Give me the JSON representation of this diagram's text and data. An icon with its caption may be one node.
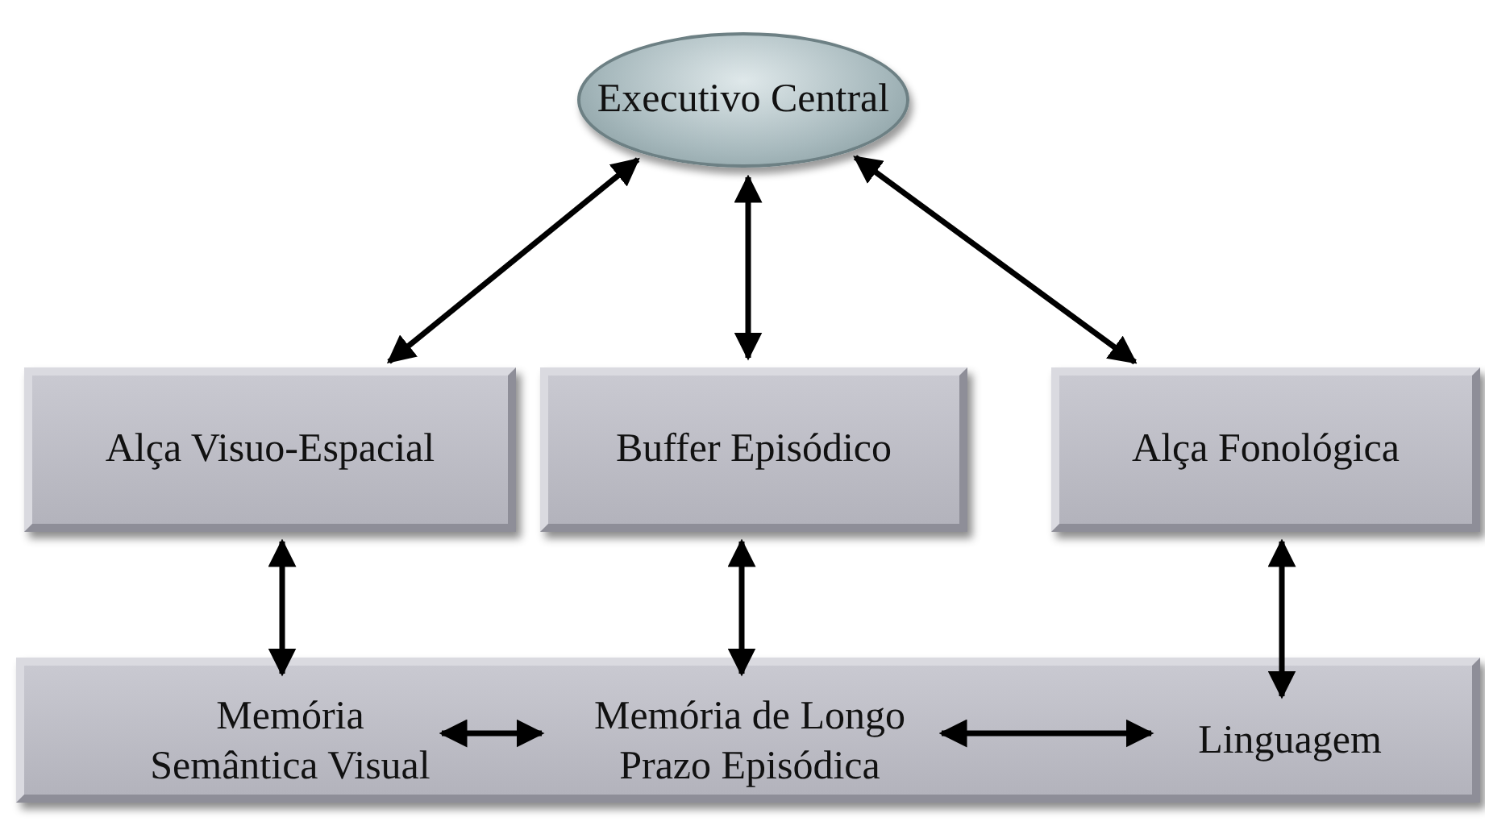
{
  "diagram": {
    "nodes": [
      {
        "text": [
          "Executivo Central"
        ]
      },
      {
        "text": [
          "Alça Visuo-Espacial"
        ]
      },
      {
        "text": [
          "Buffer Episódico"
        ]
      },
      {
        "text": [
          "Alça Fonológica"
        ]
      },
      {
        "text": [],
        "shape": "box"
      },
      {
        "text": [
          "Memória Semântica Visual"
        ],
        "in": 4
      },
      {
        "text": [
          "Memória de Longo Prazo Episódica"
        ],
        "in": 4
      },
      {
        "text": [
          "Linguagem"
        ],
        "in": 4
      }
    ],
    "edges": [
      {
        "from": 0,
        "to": 1,
        "arrow": "both"
      },
      {
        "from": 0,
        "to": 2,
        "arrow": "both"
      },
      {
        "from": 0,
        "to": 3,
        "arrow": "both"
      },
      {
        "from": 1,
        "to": 5,
        "arrow": "both"
      },
      {
        "from": 2,
        "to": 6,
        "arrow": "both"
      },
      {
        "from": 3,
        "to": 7,
        "arrow": "both"
      },
      {
        "from": 5,
        "to": 6,
        "arrow": "both"
      },
      {
        "from": 6,
        "to": 7,
        "arrow": "both"
      }
    ]
  }
}
